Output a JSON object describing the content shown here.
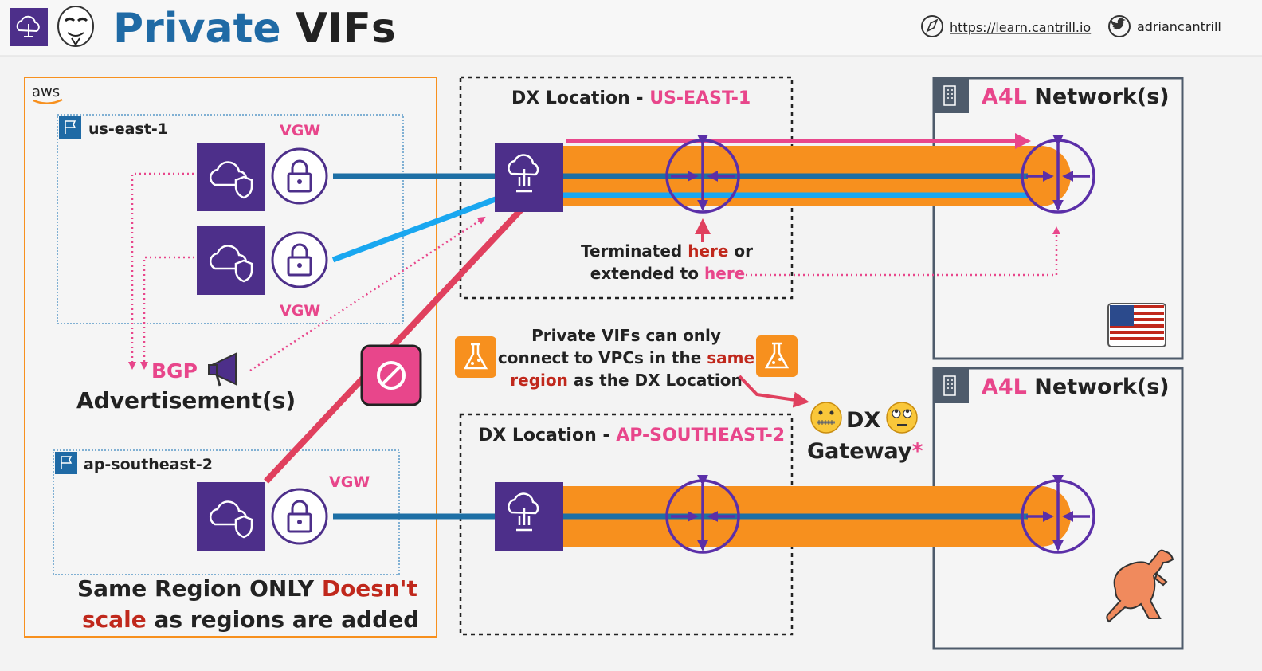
{
  "header": {
    "title_accent": "Private",
    "title_rest": "VIFs",
    "website": "https://learn.cantrill.io",
    "twitter": "adriancantrill"
  },
  "aws": {
    "logo_text": "aws",
    "regions": [
      {
        "name": "us-east-1",
        "vgw_labels": [
          "VGW",
          "VGW"
        ]
      },
      {
        "name": "ap-southeast-2",
        "vgw_labels": [
          "VGW"
        ]
      }
    ],
    "bgp_label": "BGP",
    "advertisement_label": "Advertisement(s)",
    "footer_line1_black": "Same Region ONLY",
    "footer_line1_red": "Doesn't",
    "footer_line2_red": "scale",
    "footer_line2_black": "as regions are added"
  },
  "dx_locations": [
    {
      "prefix": "DX Location -",
      "region": "US-EAST-1"
    },
    {
      "prefix": "DX Location -",
      "region": "AP-SOUTHEAST-2"
    }
  ],
  "termination_note": {
    "line1_a": "Terminated",
    "line1_b": "here",
    "line1_c": "or",
    "line2_a": "extended to",
    "line2_b": "here"
  },
  "restriction_note": {
    "line1": "Private VIFs can only",
    "line2_a": "connect to VPCs in the",
    "line2_b": "same",
    "line3_a": "region",
    "line3_b": "as the DX Location"
  },
  "dx_gateway": {
    "line1": "DX",
    "line2": "Gateway",
    "asterisk": "*"
  },
  "networks": [
    {
      "accent": "A4L",
      "name": "Network(s)"
    },
    {
      "accent": "A4L",
      "name": "Network(s)"
    }
  ],
  "colors": {
    "purple": "#4d2f8a",
    "orange": "#f7901e",
    "pink": "#e8468b",
    "red": "#c0281c",
    "dark_blue": "#1d6fa5",
    "light_blue": "#19a7f0",
    "crimson": "#e0405e",
    "title_blue": "#1f6aa5"
  }
}
